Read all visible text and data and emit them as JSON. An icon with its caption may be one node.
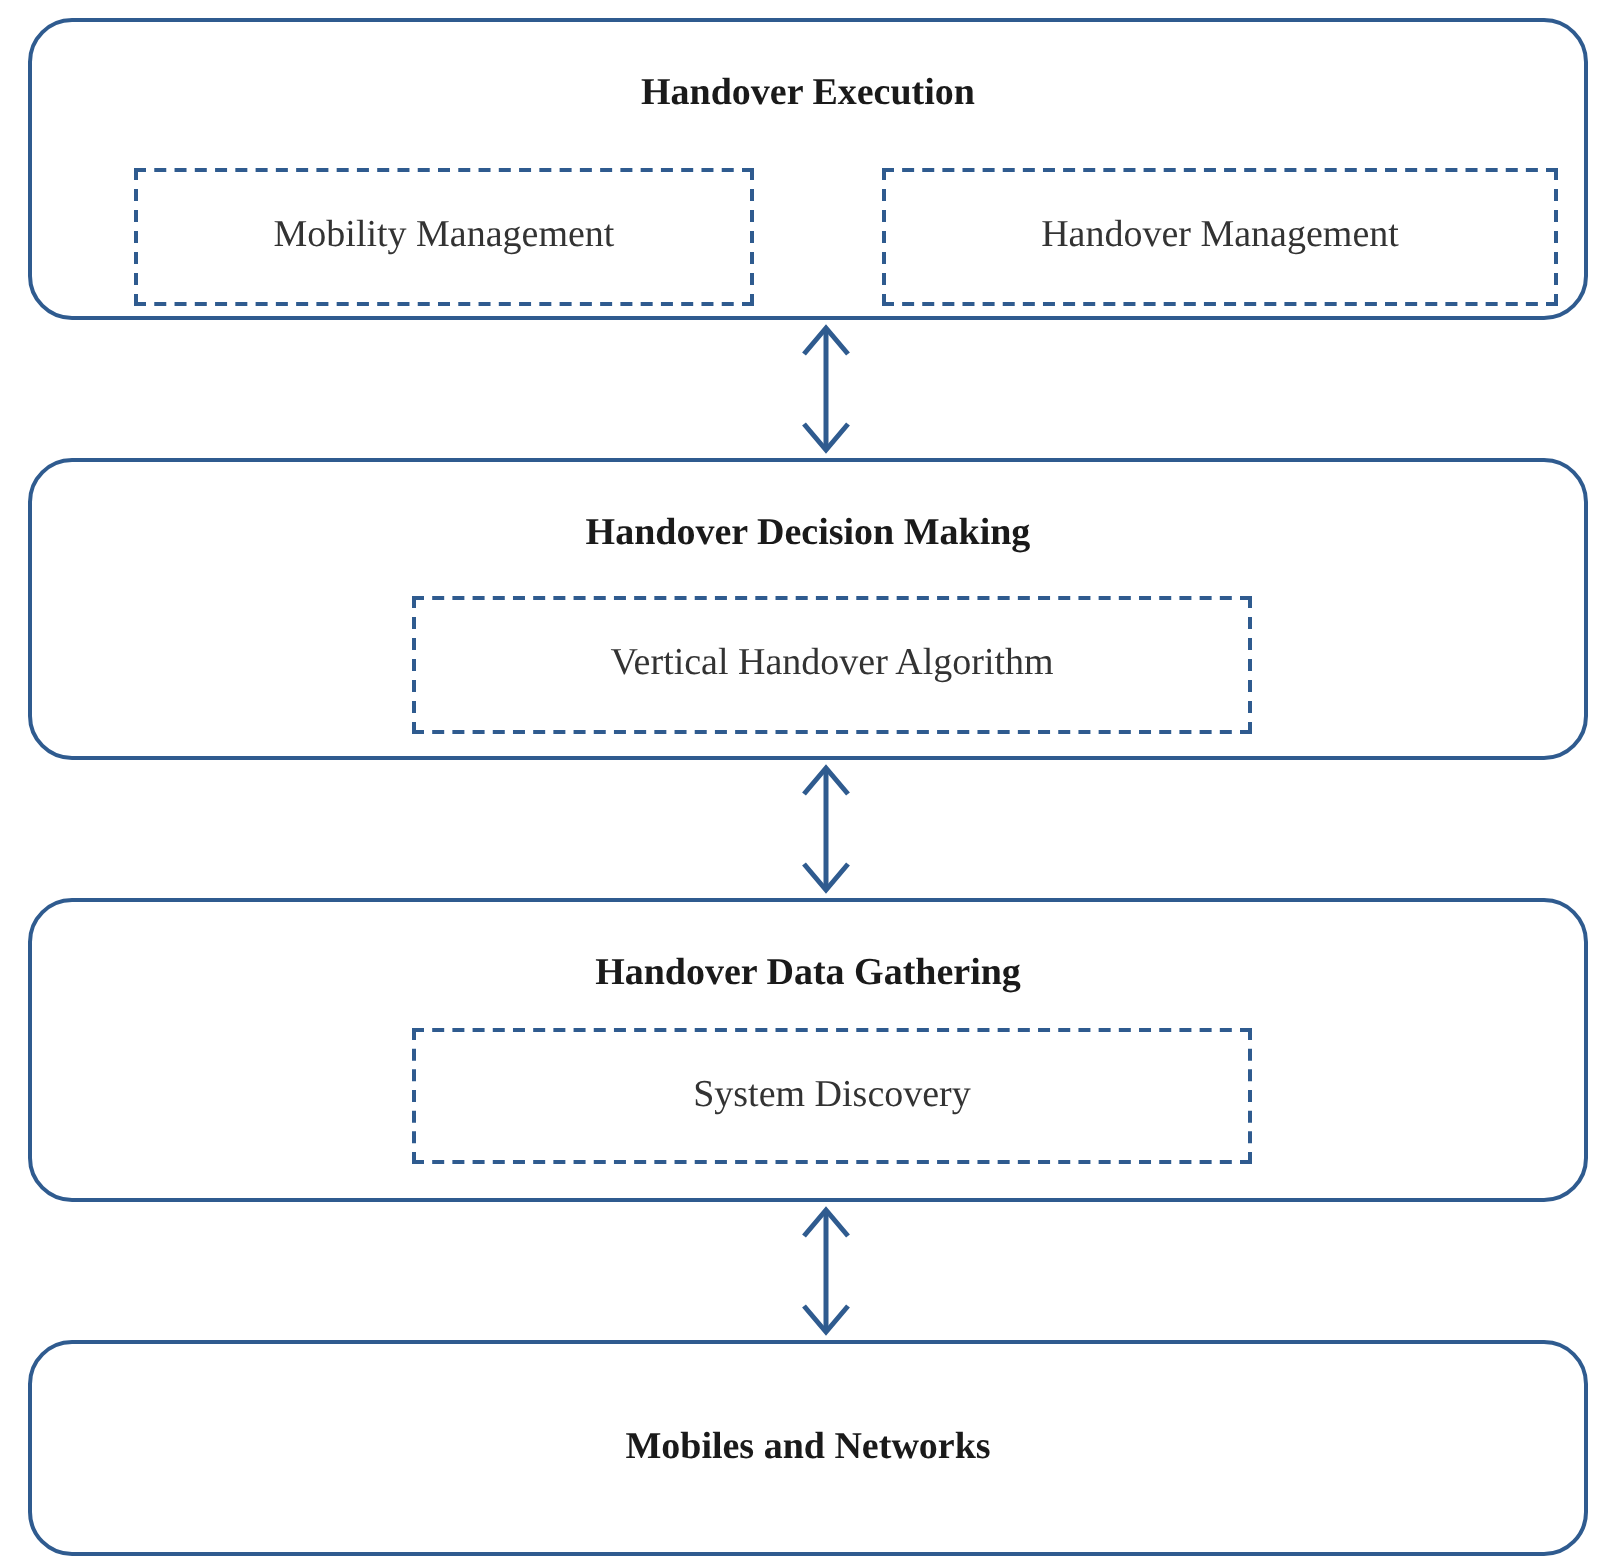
{
  "diagram": {
    "nodes": [
      {
        "text": [
          "Handover Execution"
        ]
      },
      {
        "text": [
          "Mobility Management"
        ],
        "in": 0
      },
      {
        "text": [
          "Handover Management"
        ],
        "in": 0
      },
      {
        "text": [
          "Handover Decision Making"
        ]
      },
      {
        "text": [
          "Vertical Handover Algorithm"
        ],
        "in": 3
      },
      {
        "text": [
          "Handover Data Gathering"
        ]
      },
      {
        "text": [
          "System Discovery"
        ],
        "in": 5
      },
      {
        "text": [
          "Mobiles and Networks"
        ]
      }
    ],
    "edges": [
      {
        "from": 0,
        "to": 3,
        "arrow": "both"
      },
      {
        "from": 3,
        "to": 5,
        "arrow": "both"
      },
      {
        "from": 5,
        "to": 7,
        "arrow": "both"
      }
    ]
  }
}
